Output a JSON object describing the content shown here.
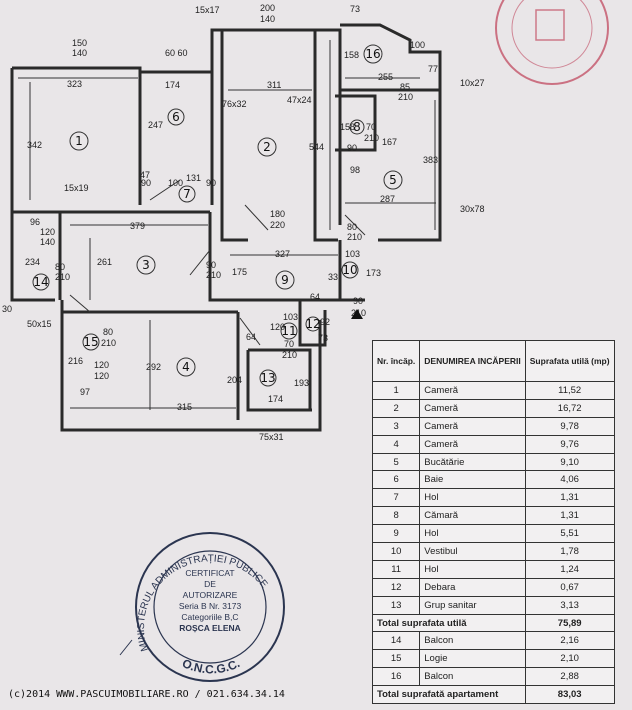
{
  "plan": {
    "dims": {
      "d1517": "15x17",
      "d200": "200",
      "d140a": "140",
      "d73": "73",
      "d100": "100",
      "d150": "150",
      "d140b": "140",
      "d6060": "60 60",
      "d158a": "158",
      "d323": "323",
      "d174a": "174",
      "d311": "311",
      "d255": "255",
      "d85": "85",
      "d210a": "210",
      "d77": "77",
      "d1027": "10x27",
      "d4724": "47x24",
      "d7632": "76x32",
      "d342": "342",
      "d247": "247",
      "d544": "544",
      "d158b": "158",
      "d70a": "70",
      "d210b": "210",
      "d167": "167",
      "d90a": "90",
      "d383": "383",
      "d98": "98",
      "d47": "47",
      "d90b": "90",
      "d131": "131",
      "d90c": "90",
      "d100b": "100",
      "d287": "287",
      "d1519": "15x19",
      "d3078": "30x78",
      "d96": "96",
      "d379": "379",
      "d180": "180",
      "d220": "220",
      "d80a": "80",
      "d210c": "210",
      "d120": "120",
      "d140c": "140",
      "d234": "234",
      "d261": "261",
      "d90d": "90",
      "d210d": "210",
      "d327": "327",
      "d103a": "103",
      "d80b": "80",
      "d210e": "210",
      "d175": "175",
      "d173": "173",
      "d33": "33",
      "d30": "30",
      "d5015": "50x15",
      "d64a": "64",
      "d90e": "90",
      "d210f": "210",
      "d103b": "103",
      "d120b": "120",
      "d92": "92",
      "d73b": "73",
      "d80c": "80",
      "d210g": "210",
      "d64b": "64",
      "d70b": "70",
      "d210h": "210",
      "d216": "216",
      "d120c": "120",
      "d120d": "120",
      "d292": "292",
      "d204": "204",
      "d193": "193",
      "d97": "97",
      "d315": "315",
      "d174b": "174",
      "d7531": "75x31"
    },
    "rooms": [
      "1",
      "2",
      "3",
      "4",
      "5",
      "6",
      "7",
      "8",
      "9",
      "10",
      "11",
      "12",
      "13",
      "14",
      "15",
      "16"
    ]
  },
  "table": {
    "headers": {
      "nr": "Nr. încăp.",
      "name": "DENUMIREA INCĂPERII",
      "area": "Suprafata utilă (mp)"
    },
    "rows": [
      {
        "nr": "1",
        "name": "Cameră",
        "area": "11,52"
      },
      {
        "nr": "2",
        "name": "Cameră",
        "area": "16,72"
      },
      {
        "nr": "3",
        "name": "Cameră",
        "area": "9,78"
      },
      {
        "nr": "4",
        "name": "Cameră",
        "area": "9,76"
      },
      {
        "nr": "5",
        "name": "Bucătărie",
        "area": "9,10"
      },
      {
        "nr": "6",
        "name": "Baie",
        "area": "4,06"
      },
      {
        "nr": "7",
        "name": "Hol",
        "area": "1,31"
      },
      {
        "nr": "8",
        "name": "Cămară",
        "area": "1,31"
      },
      {
        "nr": "9",
        "name": "Hol",
        "area": "5,51"
      },
      {
        "nr": "10",
        "name": "Vestibul",
        "area": "1,78"
      },
      {
        "nr": "11",
        "name": "Hol",
        "area": "1,24"
      },
      {
        "nr": "12",
        "name": "Debara",
        "area": "0,67"
      },
      {
        "nr": "13",
        "name": "Grup sanitar",
        "area": "3,13"
      }
    ],
    "total_util": {
      "label": "Total suprafata utilă",
      "area": "75,89"
    },
    "extras": [
      {
        "nr": "14",
        "name": "Balcon",
        "area": "2,16"
      },
      {
        "nr": "15",
        "name": "Logie",
        "area": "2,10"
      },
      {
        "nr": "16",
        "name": "Balcon",
        "area": "2,88"
      }
    ],
    "total_apt": {
      "label": "Total suprafată apartament",
      "area": "83,03"
    }
  },
  "stamp": {
    "ring_text": "MINISTERUL ADMINISTRAȚIEI PUBLICE",
    "bottom_text": "O.N.C.G.C.",
    "line1": "CERTIFICAT",
    "line2": "DE",
    "line3": "AUTORIZARE",
    "line4": "Seria B  Nr. 3173",
    "line5": "Categoriile B,C",
    "line6": "ROȘCA ELENA"
  },
  "footer": {
    "text": "(c)2014 WWW.PASCUIMOBILIARE.RO /  021.634.34.14"
  },
  "colors": {
    "background": "#e9e6e8",
    "stamp_red": "#c04a60",
    "stamp_blue": "#2b3550"
  }
}
